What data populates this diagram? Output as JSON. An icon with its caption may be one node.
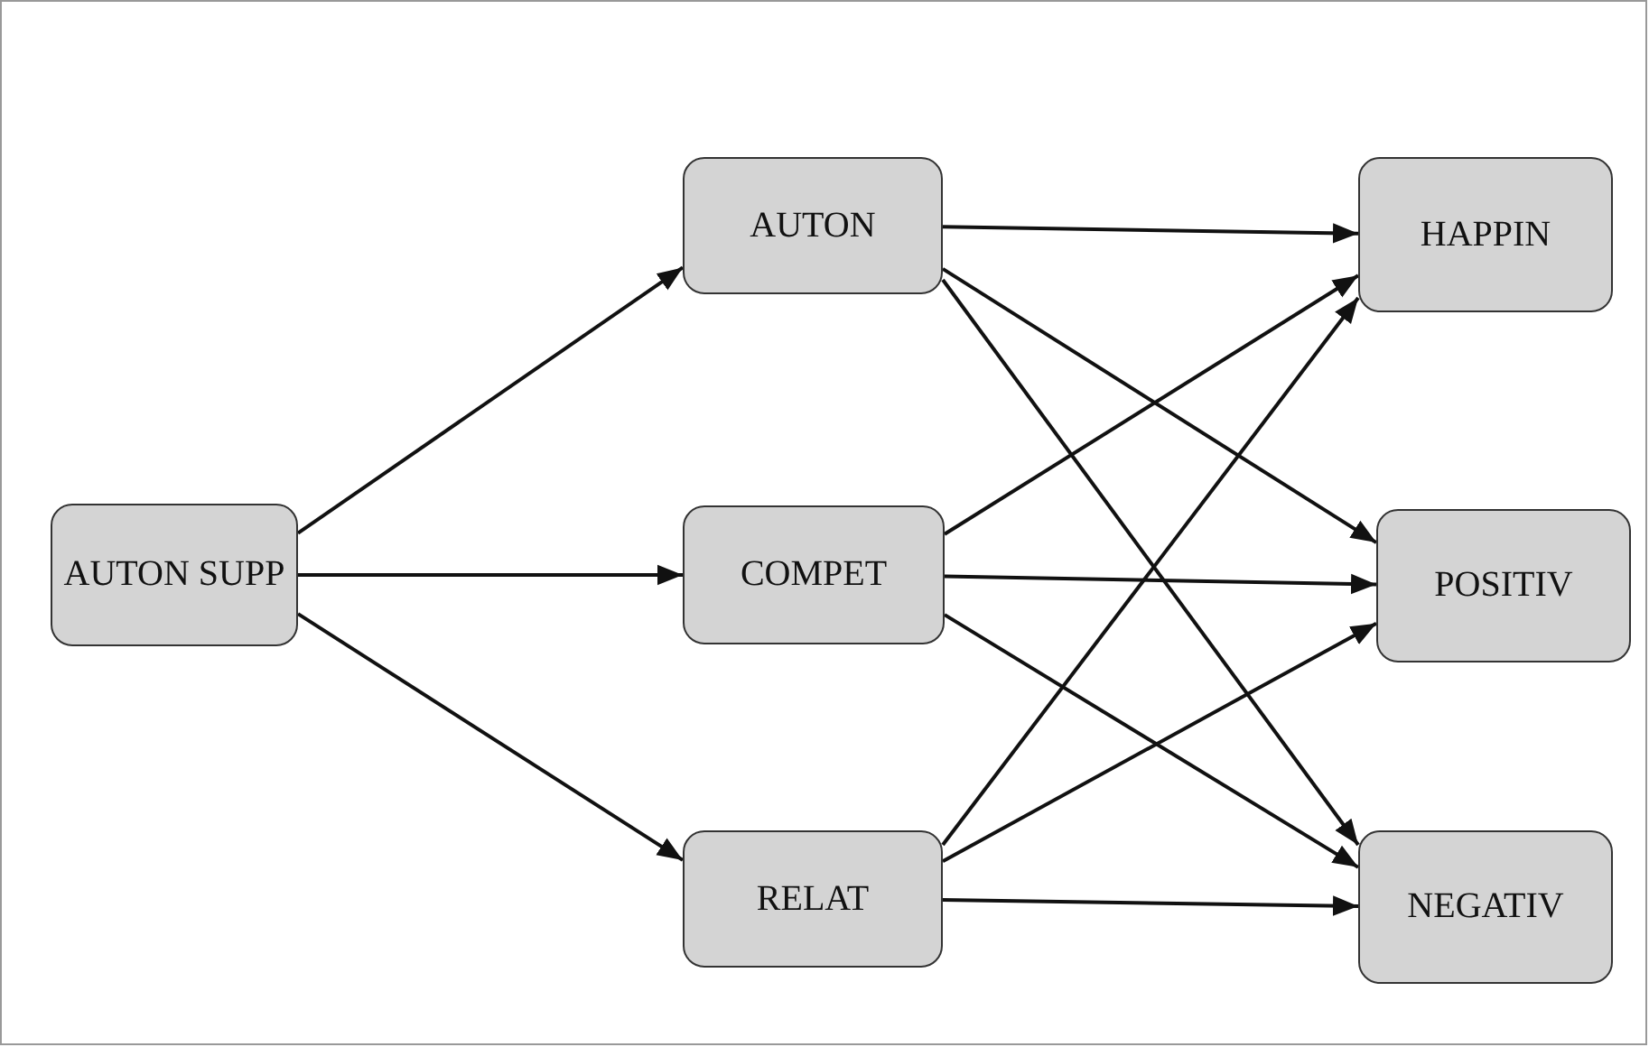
{
  "diagram": {
    "nodes": [
      {
        "text": [
          "AUTON SUPP"
        ]
      },
      {
        "text": [
          "AUTON"
        ]
      },
      {
        "text": [
          "COMPET"
        ]
      },
      {
        "text": [
          "RELAT"
        ]
      },
      {
        "text": [
          "HAPPIN"
        ]
      },
      {
        "text": [
          "POSITIV"
        ]
      },
      {
        "text": [
          "NEGATIV"
        ]
      }
    ],
    "edges": [
      {
        "from": 0,
        "to": 1,
        "arrow": "to"
      },
      {
        "from": 0,
        "to": 2,
        "arrow": "to"
      },
      {
        "from": 0,
        "to": 3,
        "arrow": "to"
      },
      {
        "from": 1,
        "to": 4,
        "arrow": "to"
      },
      {
        "from": 1,
        "to": 5,
        "arrow": "to"
      },
      {
        "from": 1,
        "to": 6,
        "arrow": "to"
      },
      {
        "from": 2,
        "to": 4,
        "arrow": "to"
      },
      {
        "from": 2,
        "to": 5,
        "arrow": "to"
      },
      {
        "from": 2,
        "to": 6,
        "arrow": "to"
      },
      {
        "from": 3,
        "to": 4,
        "arrow": "to"
      },
      {
        "from": 3,
        "to": 5,
        "arrow": "to"
      },
      {
        "from": 3,
        "to": 6,
        "arrow": "to"
      }
    ]
  }
}
